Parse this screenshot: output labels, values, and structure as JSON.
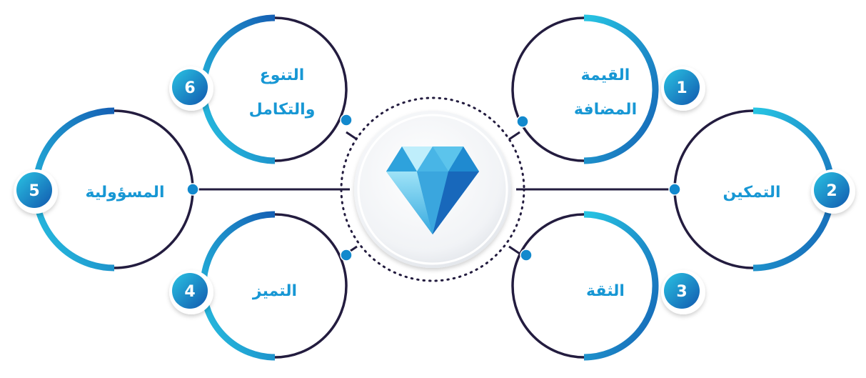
{
  "diagram": {
    "center_icon": "diamond-icon",
    "colors": {
      "accent_light": "#22c1e0",
      "accent_dark": "#1565b8",
      "line": "#231c3f",
      "text": "#1797d4"
    },
    "items": [
      {
        "number": "1",
        "line1": "القيمة",
        "line2": "المضافة"
      },
      {
        "number": "2",
        "line1": "التمكين",
        "line2": ""
      },
      {
        "number": "3",
        "line1": "الثقة",
        "line2": ""
      },
      {
        "number": "4",
        "line1": "التميز",
        "line2": ""
      },
      {
        "number": "5",
        "line1": "المسؤولية",
        "line2": ""
      },
      {
        "number": "6",
        "line1": "التنوع",
        "line2": "والتكامل"
      }
    ]
  }
}
